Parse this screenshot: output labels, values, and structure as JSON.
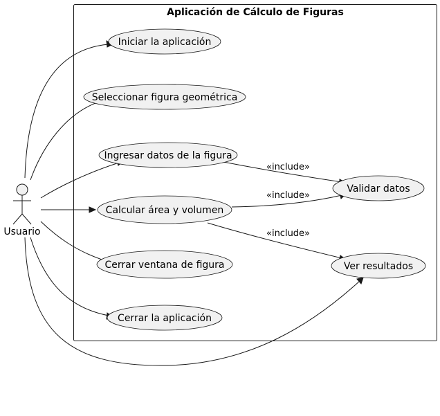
{
  "system": {
    "title": "Aplicación de Cálculo de Figuras"
  },
  "actor": {
    "name": "Usuario"
  },
  "use_cases": {
    "iniciar": "Iniciar la aplicación",
    "seleccionar": "Seleccionar figura geométrica",
    "ingresar": "Ingresar datos de la figura",
    "calcular": "Calcular área y volumen",
    "cerrar_ventana": "Cerrar ventana de figura",
    "cerrar_app": "Cerrar la aplicación",
    "validar": "Validar datos",
    "ver": "Ver resultados"
  },
  "relations": {
    "include_1": "«include»",
    "include_2": "«include»",
    "include_3": "«include»"
  },
  "colors": {
    "use_case_fill": "#f1f1f1",
    "stroke": "#181818"
  }
}
